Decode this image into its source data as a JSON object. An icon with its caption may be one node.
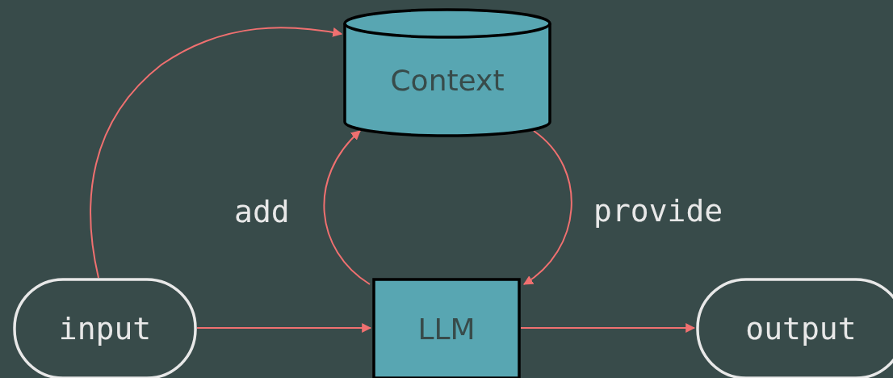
{
  "diagram": {
    "nodes": [
      {
        "text": [
          "Context"
        ]
      },
      {
        "text": [
          "input"
        ]
      },
      {
        "text": [
          "LLM"
        ]
      },
      {
        "text": [
          "output"
        ]
      }
    ],
    "edges": [
      {
        "from": 1,
        "to": 0,
        "arrow": "to"
      },
      {
        "from": 2,
        "to": 0,
        "arrow": "to",
        "label": "add"
      },
      {
        "from": 0,
        "to": 2,
        "arrow": "to",
        "label": "provide"
      },
      {
        "from": 1,
        "to": 2,
        "arrow": "to"
      },
      {
        "from": 2,
        "to": 3,
        "arrow": "to"
      }
    ]
  }
}
